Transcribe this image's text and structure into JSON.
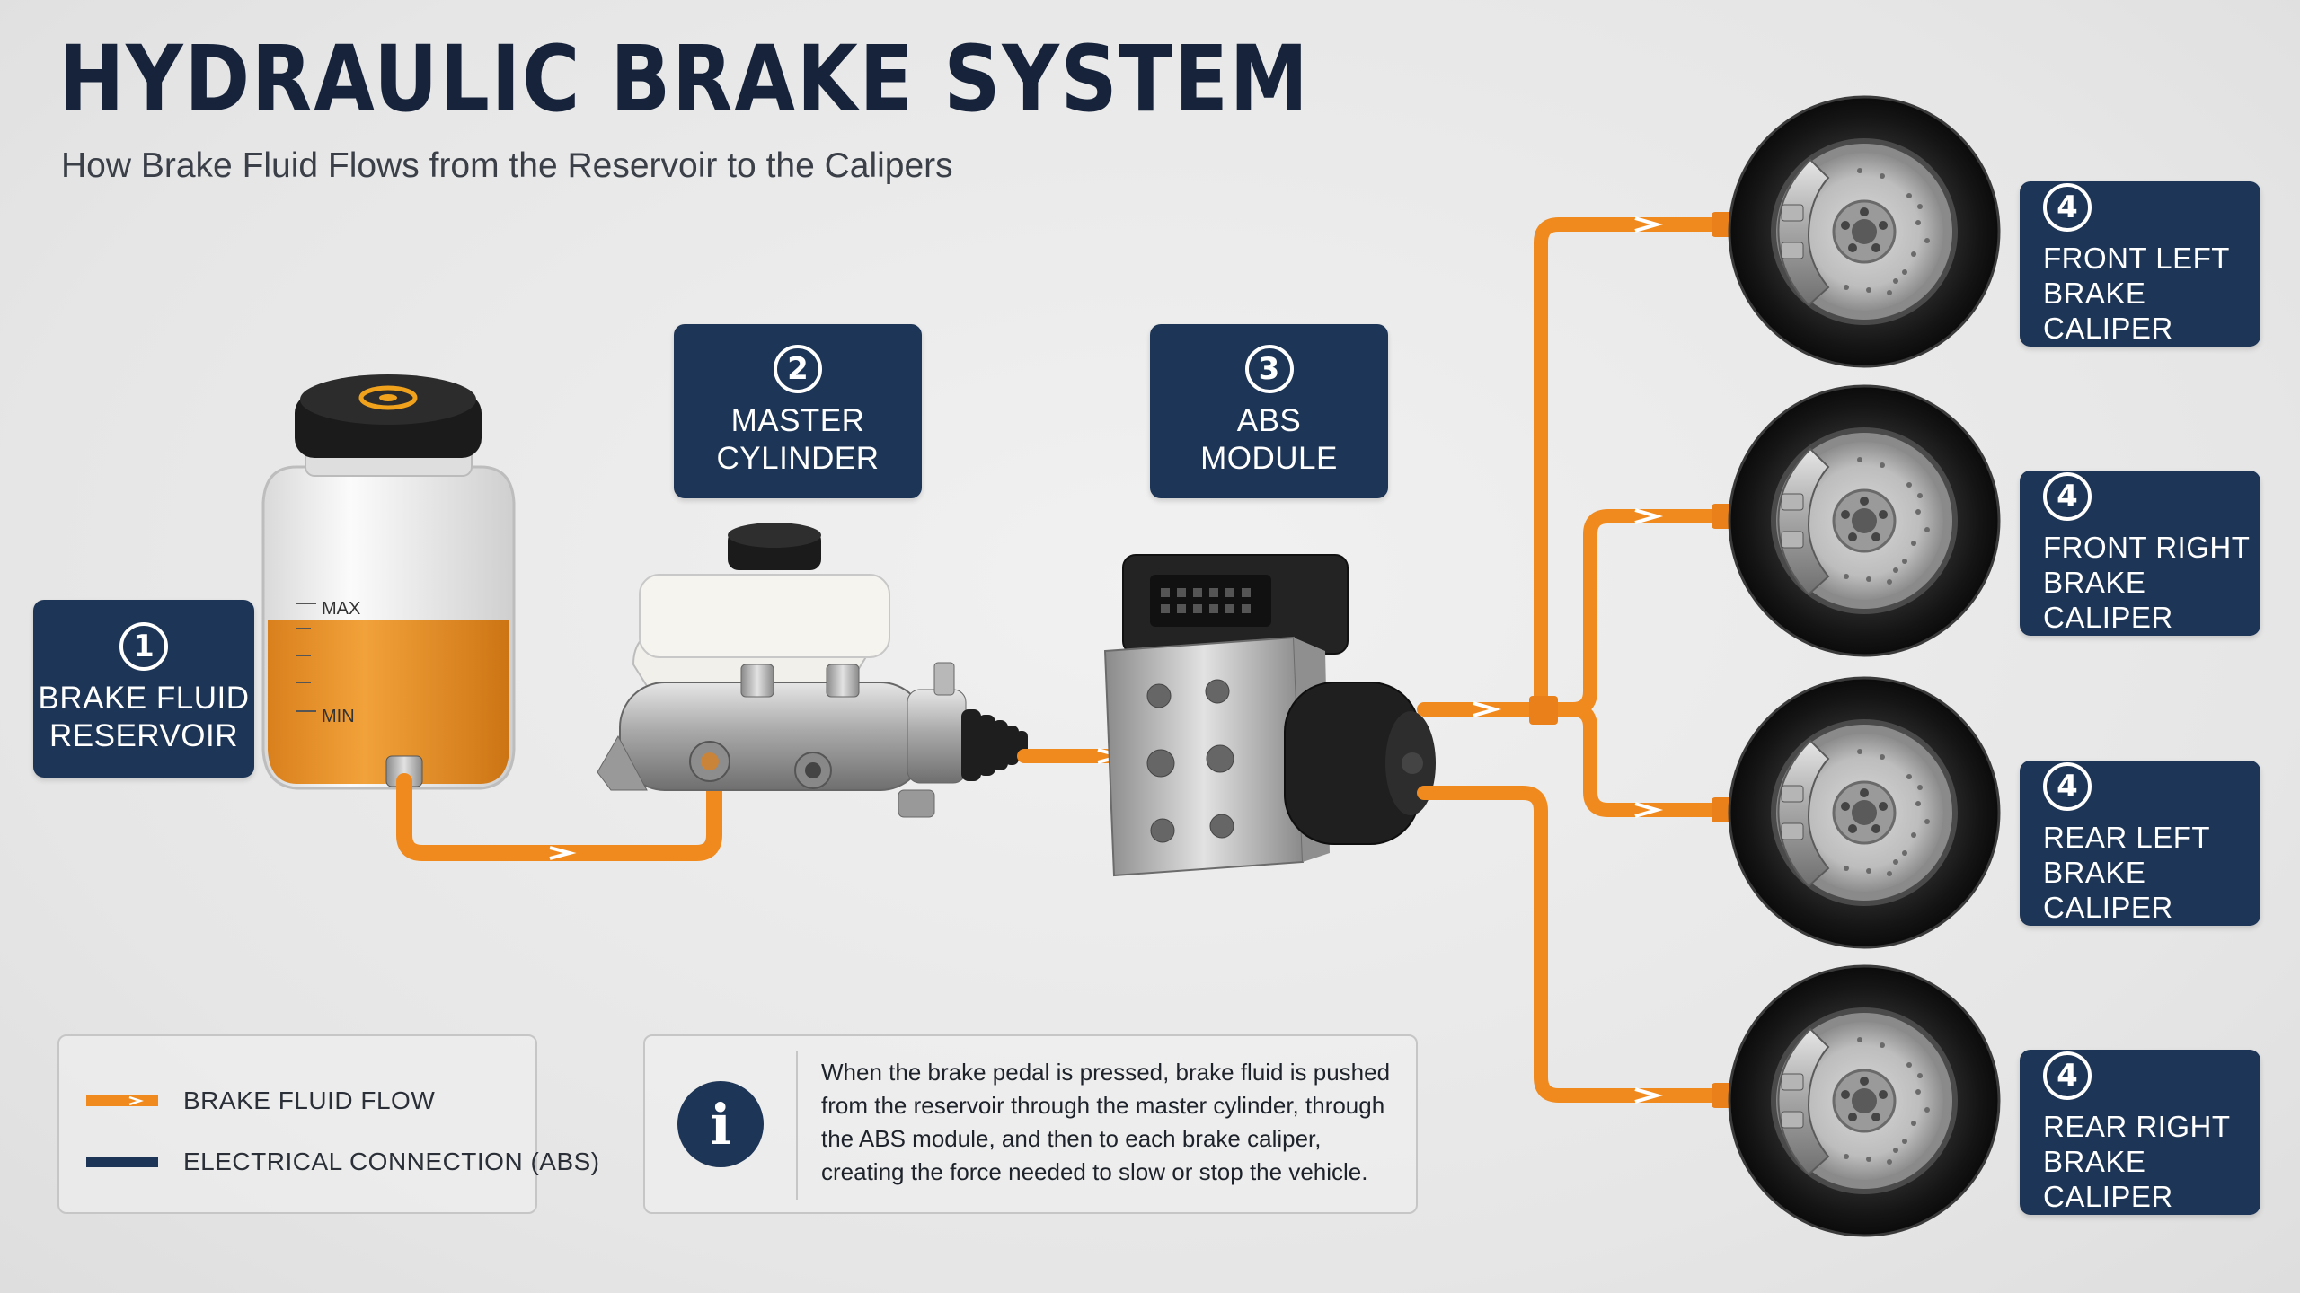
{
  "title": "HYDRAULIC BRAKE SYSTEM",
  "subtitle": "How Brake Fluid Flows from the Reservoir to the Calipers",
  "components": [
    {
      "number": "1",
      "label": "BRAKE FLUID\nRESERVOIR"
    },
    {
      "number": "2",
      "label": "MASTER\nCYLINDER"
    },
    {
      "number": "3",
      "label": "ABS\nMODULE"
    }
  ],
  "calipers": [
    {
      "number": "4",
      "label": "FRONT LEFT\nBRAKE CALIPER"
    },
    {
      "number": "4",
      "label": "FRONT RIGHT\nBRAKE CALIPER"
    },
    {
      "number": "4",
      "label": "REAR LEFT\nBRAKE CALIPER"
    },
    {
      "number": "4",
      "label": "REAR RIGHT\nBRAKE CALIPER"
    }
  ],
  "reservoir_marks": {
    "max": "MAX",
    "min": "MIN"
  },
  "legend": {
    "fluid_flow": "BRAKE FLUID FLOW",
    "electrical": "ELECTRICAL CONNECTION (ABS)"
  },
  "info": {
    "icon": "info-icon",
    "text": "When the brake pedal is pressed, brake fluid is pushed from the reservoir through the master cylinder, through the ABS module, and then to each brake caliper, creating the force needed to slow or stop the vehicle."
  },
  "colors": {
    "navy": "#1d3556",
    "fluid_orange": "#f08a1e",
    "title": "#16233a"
  }
}
